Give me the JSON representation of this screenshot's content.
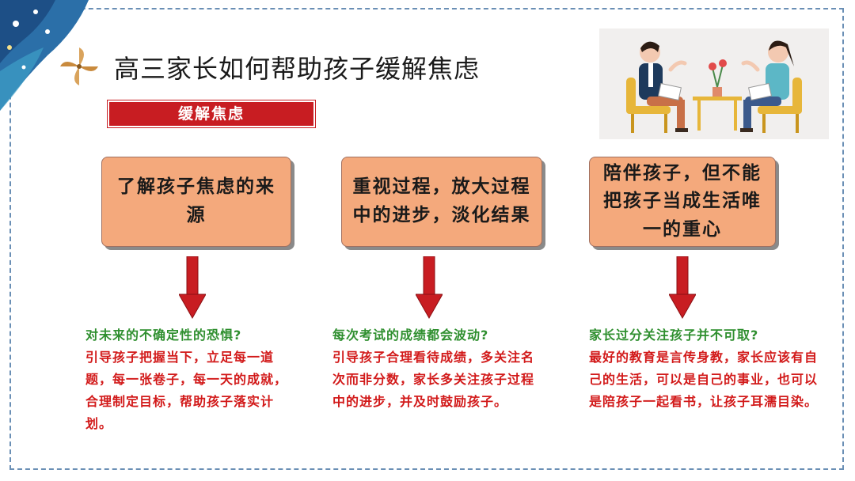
{
  "title": "高三家长如何帮助孩子缓解焦虑",
  "section_label": "缓解焦虑",
  "columns": [
    {
      "heading": "了解孩子焦虑的来源",
      "question": "对未来的不确定性的恐惧?",
      "answer": "引导孩子把握当下，立足每一道题，每一张卷子，每一天的成就，合理制定目标，帮助孩子落实计划。"
    },
    {
      "heading": "重视过程，放大过程中的进步，淡化结果",
      "question": "每次考试的成绩都会波动?",
      "answer": "引导孩子合理看待成绩，多关注名次而非分数，家长多关注孩子过程中的进步，并及时鼓励孩子。"
    },
    {
      "heading": "陪伴孩子，但不能把孩子当成生活唯一的重心",
      "question": "家长过分关注孩子并不可取?",
      "answer": "最好的教育是言传身教，家长应该有自己的生活，可以是自己的事业，也可以是陪孩子一起看书，让孩子耳濡目染。"
    }
  ],
  "colors": {
    "box_fill": "#f4a97c",
    "arrow": "#c81d22",
    "question": "#2f8f2f",
    "answer": "#d21a1a",
    "frame": "#6a8fb5"
  },
  "icons": [
    "pinwheel-icon",
    "down-arrow-icon",
    "conversation-illustration"
  ]
}
